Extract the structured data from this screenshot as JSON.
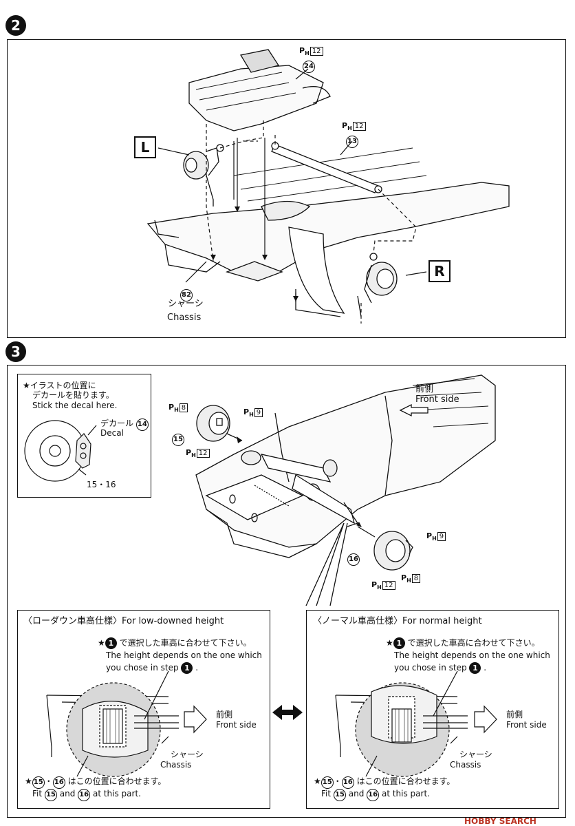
{
  "step2": {
    "number": "2",
    "L": "L",
    "R": "R",
    "ph12_a": "12",
    "ph12_b": "12",
    "part24": "24",
    "part13": "13",
    "part82": "82",
    "chassis_jp": "シャーシ",
    "chassis_en": "Chassis"
  },
  "step3": {
    "number": "3",
    "decal_note_jp_1": "★イラストの位置に",
    "decal_note_jp_2": "デカールを貼ります。",
    "decal_note_en": "Stick the decal here.",
    "decal_jp": "デカール",
    "decal_en": "Decal",
    "decal_part": "14",
    "decal_parts_label": "15・16",
    "ph8_a": "8",
    "ph9_a": "9",
    "ph12_a": "12",
    "ph9_b": "9",
    "ph8_b": "8",
    "ph12_b": "12",
    "part15": "15",
    "part16": "16",
    "front_jp": "前側",
    "front_en": "Front side"
  },
  "low": {
    "title": "〈ローダウン車高仕様〉For low-downed height",
    "note_jp": "で選択した車高に合わせて下さい。",
    "note_en_1": "The height depends on the one which",
    "note_en_2": "you chose in step",
    "front_jp": "前側",
    "front_en": "Front side",
    "chassis_jp": "シャーシ",
    "chassis_en": "Chassis",
    "fit_jp": "はこの位置に合わせます。",
    "fit_en_1": "Fit",
    "fit_en_and": "and",
    "fit_en_2": "at this part."
  },
  "normal": {
    "title": "〈ノーマル車高仕様〉For normal height",
    "note_jp": "で選択した車高に合わせて下さい。",
    "note_en_1": "The height depends on the one which",
    "note_en_2": "you chose in step",
    "front_jp": "前側",
    "front_en": "Front side",
    "chassis_jp": "シャーシ",
    "chassis_en": "Chassis",
    "fit_jp": "はこの位置に合わせます。",
    "fit_en_1": "Fit",
    "fit_en_and": "and",
    "fit_en_2": "at this part."
  },
  "watermark": "HOBBY SEARCH",
  "colors": {
    "ink": "#111111",
    "shade": "#cfcfcf",
    "watermark": "#b33322"
  }
}
